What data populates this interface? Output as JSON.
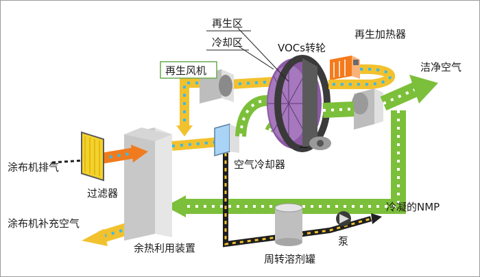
{
  "labels": {
    "regeneration_zone": "再生区",
    "cooling_zone": "冷却区",
    "voc_rotor": "VOCs转轮",
    "regeneration_heater": "再生加热器",
    "regeneration_fan": "再生风机",
    "clean_air": "洁净空气",
    "coater_exhaust": "涂布机排气",
    "filter": "过滤器",
    "air_cooler": "空气冷却器",
    "condensed_nmp": "冷凝的NMP",
    "coater_makeup_air": "涂布机补充空气",
    "heat_recovery_unit": "余热利用装置",
    "pump": "泵",
    "turnover_tank": "周转溶剂罐"
  },
  "colors": {
    "clean_air_green": "#7cbf3a",
    "exhaust_orange": "#f07b1e",
    "process_yellow": "#f2c12e",
    "liquid_black": "#1f1f1f",
    "rotor_purple": "#8d5aa6",
    "heater_orange": "#f47a1c",
    "fan_box": "#d9d9d9",
    "label_box_border": "#6aa84f",
    "dot_cyan": "#3bb9e8"
  }
}
